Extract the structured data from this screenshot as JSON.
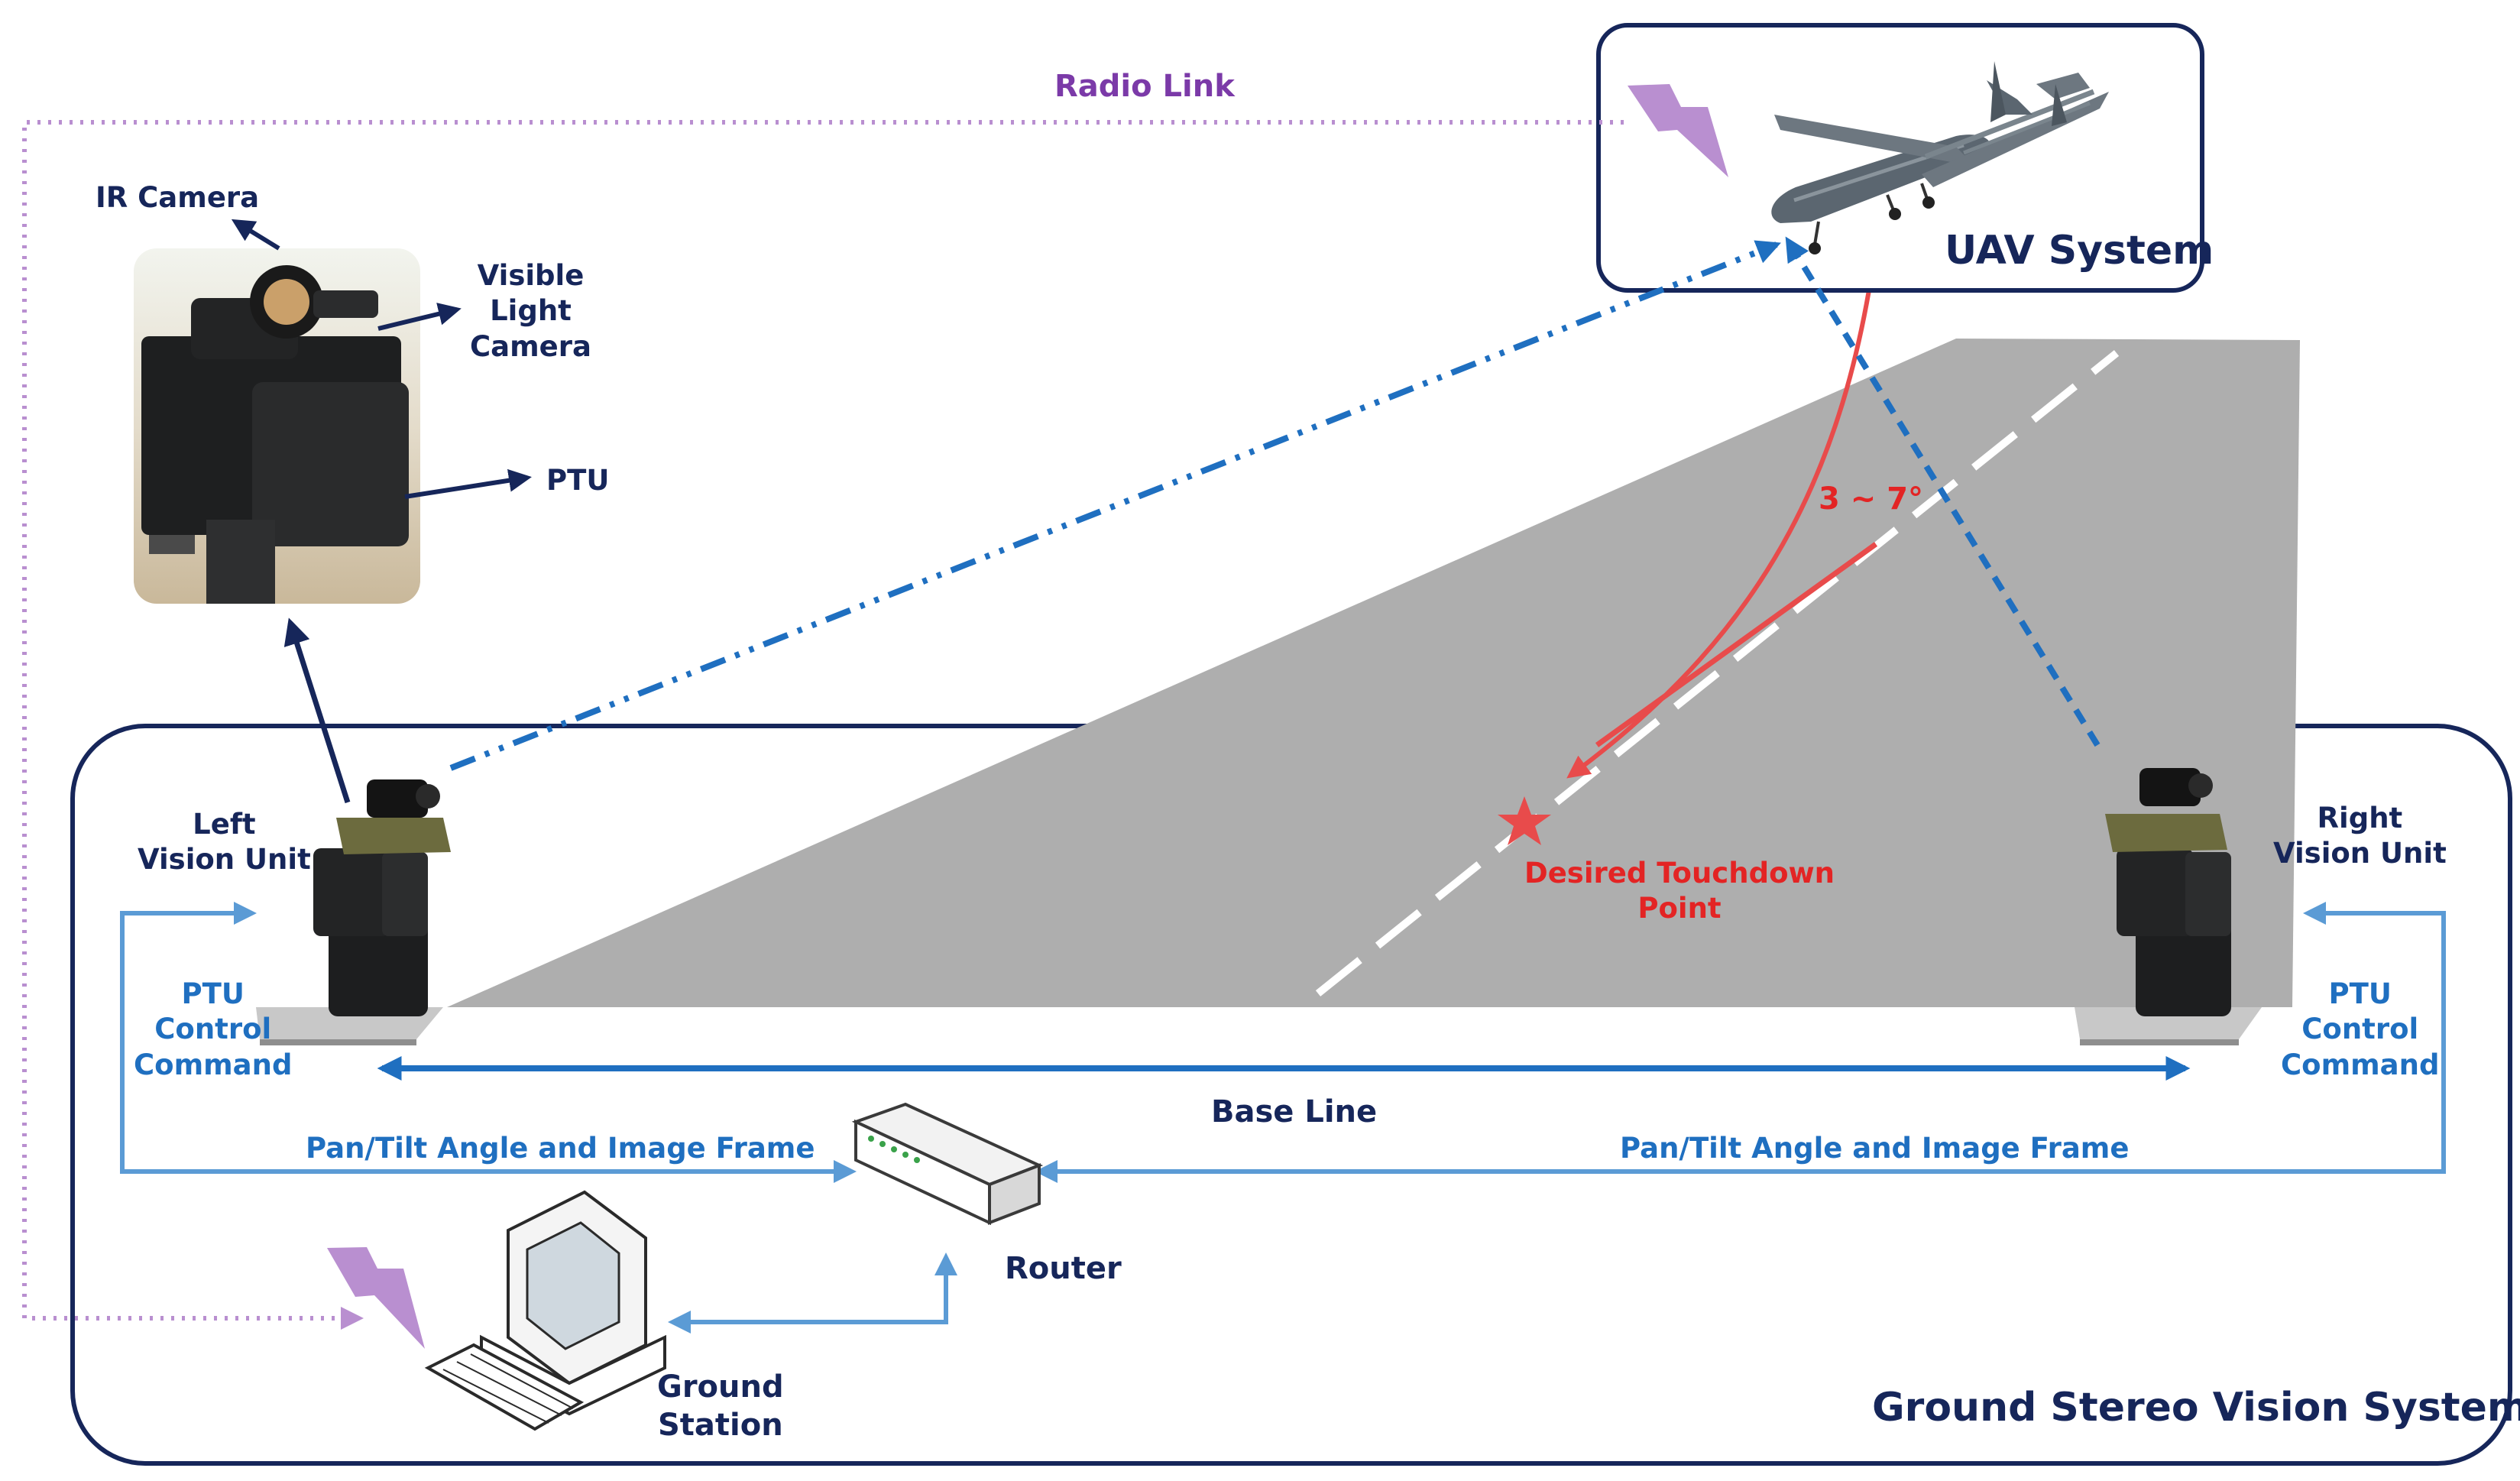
{
  "labels": {
    "radio_link": "Radio Link",
    "uav_system": "UAV System",
    "ir_camera": "IR Camera",
    "visible_light_camera": [
      "Visible",
      "Light",
      "Camera"
    ],
    "ptu": "PTU",
    "left_vision_unit": [
      "Left",
      "Vision Unit"
    ],
    "right_vision_unit": [
      "Right",
      "Vision Unit"
    ],
    "ptu_control_command_left": [
      "PTU",
      "Control",
      "Command"
    ],
    "ptu_control_command_right": [
      "PTU",
      "Control",
      "Command"
    ],
    "angle_range": "3 ~ 7°",
    "desired_touchdown": [
      "Desired Touchdown",
      "Point"
    ],
    "base_line": "Base Line",
    "pan_tilt_left": "Pan/Tilt Angle and Image Frame",
    "pan_tilt_right": "Pan/Tilt Angle and Image Frame",
    "router": "Router",
    "ground_station": [
      "Ground",
      "Station"
    ],
    "ground_stereo_vision_system": "Ground Stereo Vision System"
  },
  "colors": {
    "navy": "#16265a",
    "link_blue": "#1f6fc0",
    "line_blue": "#5b9bd5",
    "radio_purple": "#b98fd0",
    "runway_gray": "#aeaeae",
    "glide_red": "#e84b4b"
  },
  "icons": [
    "lightning-icon",
    "uav-aircraft-icon",
    "ptu-camera-photo",
    "vision-unit-icon",
    "router-icon",
    "computer-icon",
    "touchdown-star-icon"
  ]
}
